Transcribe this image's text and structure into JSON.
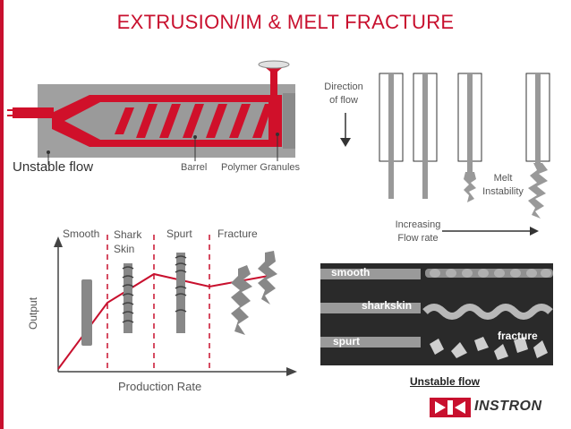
{
  "title": "EXTRUSION/IM & MELT FRACTURE",
  "extruder": {
    "unstable_flow": "Unstable flow",
    "barrel": "Barrel",
    "granules": "Polymer Granules"
  },
  "flow": {
    "direction_line1": "Direction",
    "direction_line2": "of flow",
    "melt_line1": "Melt",
    "melt_line2": "Instability",
    "increasing_line1": "Increasing",
    "increasing_line2": "Flow rate"
  },
  "graph": {
    "smooth": "Smooth",
    "shark_line1": "Shark",
    "shark_line2": "Skin",
    "spurt": "Spurt",
    "fracture": "Fracture",
    "ylabel": "Output",
    "xlabel": "Production Rate"
  },
  "photo": {
    "smooth": "smooth",
    "sharkskin": "sharkskin",
    "spurt": "spurt",
    "fracture": "fracture"
  },
  "caption": "Unstable flow",
  "logo": "INSTRON",
  "colors": {
    "accent": "#c8102e",
    "gray": "#999999"
  }
}
